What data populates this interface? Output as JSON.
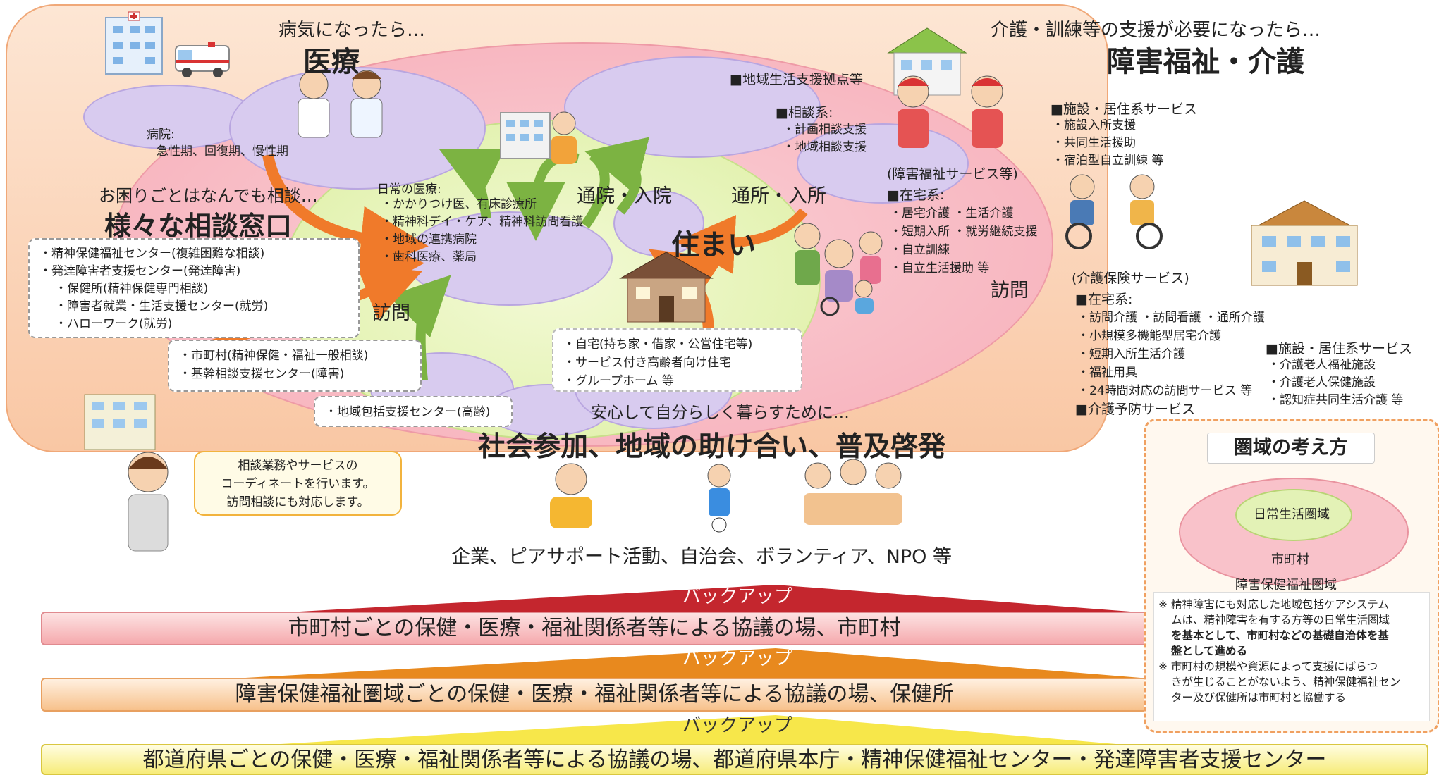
{
  "medical": {
    "heading": "病気になったら…",
    "title": "医療",
    "hospital_label": "病院:",
    "hospital_types": "急性期、回復期、慢性期",
    "daily_title": "日常の医療:",
    "daily_items": [
      "・かかりつけ医、有床診療所",
      "・精神科デイ・ケア、精神科訪問看護",
      "・地域の連携病院",
      "・歯科医療、薬局"
    ]
  },
  "welfare": {
    "heading": "介護・訓練等の支援が必要になったら…",
    "title": "障害福祉・介護",
    "hub": "■地域生活支援拠点等",
    "consult_head": "■相談系:",
    "consult_items": [
      "・計画相談支援",
      "・地域相談支援"
    ],
    "disability_service": "(障害福祉サービス等)",
    "home_head": "■在宅系:",
    "home_items": [
      "・居宅介護 ・生活介護",
      "・短期入所 ・就労継続支援",
      "・自立訓練",
      "・自立生活援助 等"
    ],
    "facility_head": "■施設・居住系サービス",
    "facility_items": [
      "・施設入所支援",
      "・共同生活援助",
      "・宿泊型自立訓練 等"
    ],
    "care_service": "(介護保険サービス)",
    "care_home_head": "■在宅系:",
    "care_home_items": [
      "・訪問介護 ・訪問看護 ・通所介護",
      "・小規模多機能型居宅介護",
      "・短期入所生活介護",
      "・福祉用具",
      "・24時間対応の訪問サービス 等"
    ],
    "care_prevention": "■介護予防サービス",
    "care_facility_head": "■施設・居住系サービス",
    "care_facility_items": [
      "・介護老人福祉施設",
      "・介護老人保健施設",
      "・認知症共同生活介護 等"
    ]
  },
  "consult": {
    "heading": "お困りごとはなんでも相談…",
    "title": "様々な相談窓口",
    "box1": [
      "・精神保健福祉センター(複雑困難な相談)",
      "・発達障害者支援センター(発達障害)",
      "・保健所(精神保健専門相談)",
      "・障害者就業・生活支援センター(就労)",
      "・ハローワーク(就労)"
    ],
    "box2": [
      "・市町村(精神保健・福祉一般相談)",
      "・基幹相談支援センター(障害)"
    ],
    "box3": "・地域包括支援センター(高齢)",
    "bubble": [
      "相談業務やサービスの",
      "コーディネートを行います。",
      "訪問相談にも対応します。"
    ]
  },
  "center": {
    "housing": "住まい",
    "housing_items": [
      "・自宅(持ち家・借家・公営住宅等)",
      "・サービス付き高齢者向け住宅",
      "・グループホーム 等"
    ],
    "commute_hospital": "通院・入院",
    "commute_facility": "通所・入所",
    "visit_left": "訪問",
    "visit_right": "訪問",
    "tagline": "安心して自分らしく暮らすために…",
    "participation": "社会参加、地域の助け合い、普及啓発",
    "org_line": "企業、ピアサポート活動、自治会、ボランティア、NPO 等"
  },
  "backup": {
    "label": "バックアップ",
    "bar1": "市町村ごとの保健・医療・福祉関係者等による協議の場、市町村",
    "bar2": "障害保健福祉圏域ごとの保健・医療・福祉関係者等による協議の場、保健所",
    "bar3": "都道府県ごとの保健・医療・福祉関係者等による協議の場、都道府県本庁・精神保健福祉センター・発達障害者支援センター"
  },
  "area": {
    "title": "圏域の考え方",
    "inner": "日常生活圏域",
    "middle": "市町村",
    "outer": "障害保健福祉圏域",
    "note1_lines": [
      "※ 精神障害にも対応した地域包括ケアシステム",
      "ムは、精神障害を有する方等の日常生活圏域",
      "を基本として、市町村などの基礎自治体を基",
      "盤として進める"
    ],
    "note2_lines": [
      "※ 市町村の規模や資源によって支援にばらつ",
      "きが生じることがないよう、精神保健福祉セン",
      "ター及び保健所は市町村と協働する"
    ]
  },
  "colors": {
    "outer_bg": "#fbd8c1",
    "pink_oval": "#f6b8c0",
    "green_core": "#e3f2b6",
    "purple": "#d7c9ef",
    "arrow_orange": "#f07a2a",
    "arrow_green": "#7cb342",
    "bar_red": "#c4262e",
    "bar_orange": "#e8891e",
    "bar_yellow": "#f7e74a"
  }
}
